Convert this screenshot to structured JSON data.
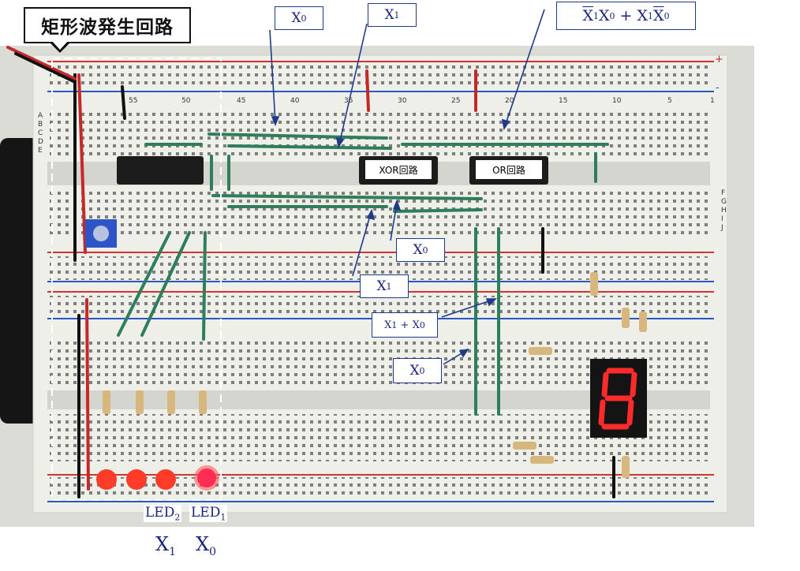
{
  "title": "矩形波発生回路",
  "callouts": {
    "top_x0": {
      "base": "X",
      "sub": "0"
    },
    "top_x1": {
      "base": "X",
      "sub": "1"
    },
    "expr": {
      "t1a": "X",
      "t1a_sub": "1",
      "t1b": "X",
      "t1b_sub": "0",
      "op": " + ",
      "t2a": "X",
      "t2a_sub": "1",
      "t2b": "X",
      "t2b_sub": "0"
    },
    "mid_x0": {
      "base": "X",
      "sub": "0"
    },
    "mid_x1": {
      "base": "X",
      "sub": "1"
    },
    "or_expr": {
      "a": "X",
      "a_sub": "1",
      "op": " + ",
      "b": "X",
      "b_sub": "0"
    },
    "low_x0": {
      "base": "X",
      "sub": "0"
    }
  },
  "chips": {
    "xor": "XOR回路",
    "or": "OR回路"
  },
  "leds": {
    "led2": {
      "base": "LED",
      "sub": "2"
    },
    "led1": {
      "base": "LED",
      "sub": "1"
    }
  },
  "bottom_labels": {
    "x1": {
      "base": "X",
      "sub": "1"
    },
    "x0": {
      "base": "X",
      "sub": "0"
    }
  },
  "board": {
    "rows_left": [
      "A",
      "B",
      "C",
      "D",
      "E"
    ],
    "rows_right": [
      "F",
      "G",
      "H",
      "I",
      "J"
    ],
    "col_numbers": [
      "55",
      "50",
      "45",
      "40",
      "35",
      "30",
      "25",
      "20",
      "15",
      "10",
      "5",
      "1"
    ],
    "plus": "+",
    "minus": "-"
  },
  "display_digit": "8"
}
